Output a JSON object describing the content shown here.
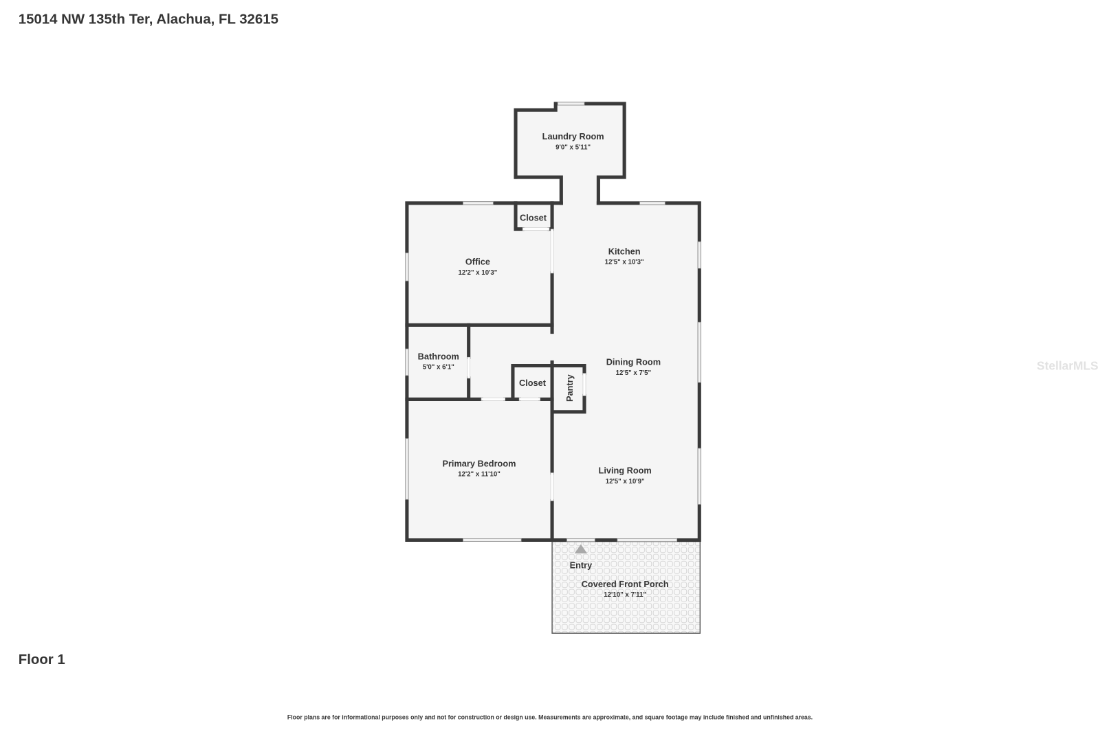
{
  "header": {
    "address": "15014 NW 135th Ter, Alachua, FL 32615"
  },
  "floor_label": "Floor 1",
  "disclaimer": "Floor plans are for informational purposes only and not for construction or design use. Measurements are approximate, and square footage may include finished and unfinished areas.",
  "watermark": "StellarMLS",
  "rooms": {
    "laundry": {
      "name": "Laundry Room",
      "dims": "9'0\" x 5'11\""
    },
    "closet_office": {
      "name": "Closet"
    },
    "office": {
      "name": "Office",
      "dims": "12'2\" x 10'3\""
    },
    "kitchen": {
      "name": "Kitchen",
      "dims": "12'5\" x 10'3\""
    },
    "bathroom": {
      "name": "Bathroom",
      "dims": "5'0\" x 6'1\""
    },
    "closet_hall": {
      "name": "Closet"
    },
    "pantry": {
      "name": "Pantry"
    },
    "dining": {
      "name": "Dining Room",
      "dims": "12'5\" x 7'5\""
    },
    "primary_bedroom": {
      "name": "Primary Bedroom",
      "dims": "12'2\" x 11'10\""
    },
    "living": {
      "name": "Living Room",
      "dims": "12'5\" x 10'9\""
    },
    "porch": {
      "name": "Covered Front Porch",
      "dims": "12'10\" x 7'11\""
    }
  },
  "entry": {
    "label": "Entry"
  },
  "colors": {
    "wall": "#3a3a3a",
    "floor": "#f5f5f5",
    "text": "#353535",
    "porch_tile": "#cfcfcf"
  }
}
